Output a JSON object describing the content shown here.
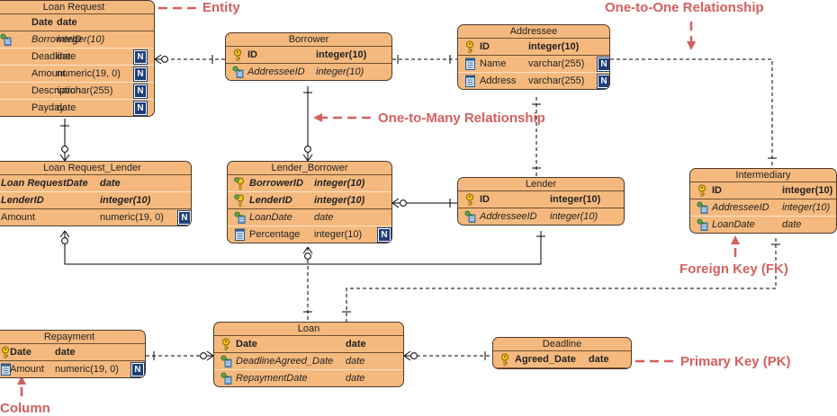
{
  "colors": {
    "entity_fill": "#f5b97e",
    "annotation": "#d4605d",
    "line": "#000000",
    "nullable_badge": "#1e3f78"
  },
  "annotations": {
    "entity": "Entity",
    "one_to_one": "One-to-One Relationship",
    "one_to_many": "One-to-Many Relationship",
    "foreign_key": "Foreign Key (FK)",
    "primary_key": "Primary Key (PK)",
    "column": "Column"
  },
  "nullable_badge_text": "N",
  "entities": {
    "loan_request": {
      "title": "Loan Request",
      "columns": [
        {
          "name": "Date",
          "type": "date",
          "pk": true,
          "bold": true
        },
        {
          "name": "BorrowerID",
          "type": "integer(10)",
          "italic": true,
          "icon": "foreign-key-icon"
        },
        {
          "name": "Deadline",
          "type": "date",
          "nullable": true
        },
        {
          "name": "Amount",
          "type": "numeric(19, 0)",
          "nullable": true
        },
        {
          "name": "Description",
          "type": "varchar(255)",
          "nullable": true
        },
        {
          "name": "Payday",
          "type": "date",
          "nullable": true
        }
      ]
    },
    "borrower": {
      "title": "Borrower",
      "columns": [
        {
          "name": "ID",
          "type": "integer(10)",
          "pk": true,
          "bold": true,
          "icon": "primary-key-icon"
        },
        {
          "name": "AddresseeID",
          "type": "integer(10)",
          "italic": true,
          "icon": "foreign-key-icon"
        }
      ]
    },
    "addressee": {
      "title": "Addressee",
      "columns": [
        {
          "name": "ID",
          "type": "integer(10)",
          "pk": true,
          "bold": true,
          "icon": "primary-key-icon"
        },
        {
          "name": "Name",
          "type": "varchar(255)",
          "nullable": true,
          "icon": "column-icon"
        },
        {
          "name": "Address",
          "type": "varchar(255)",
          "nullable": true,
          "icon": "column-icon"
        }
      ]
    },
    "loan_request_lender": {
      "title": "Loan Request_Lender",
      "columns": [
        {
          "name": "Loan RequestDate",
          "type": "date",
          "bold": true,
          "italic": true
        },
        {
          "name": "LenderID",
          "type": "integer(10)",
          "pk": true,
          "bold": true,
          "italic": true
        },
        {
          "name": "Amount",
          "type": "numeric(19, 0)",
          "nullable": true
        }
      ]
    },
    "lender_borrower": {
      "title": "Lender_Borrower",
      "columns": [
        {
          "name": "BorrowerID",
          "type": "integer(10)",
          "bold": true,
          "italic": true,
          "icon": "pk-fk-icon"
        },
        {
          "name": "LenderID",
          "type": "integer(10)",
          "pk": true,
          "bold": true,
          "italic": true,
          "icon": "pk-fk-icon"
        },
        {
          "name": "LoanDate",
          "type": "date",
          "italic": true,
          "icon": "foreign-key-icon"
        },
        {
          "name": "Percentage",
          "type": "integer(10)",
          "nullable": true,
          "icon": "column-icon"
        }
      ]
    },
    "lender": {
      "title": "Lender",
      "columns": [
        {
          "name": "ID",
          "type": "integer(10)",
          "pk": true,
          "bold": true,
          "icon": "primary-key-icon"
        },
        {
          "name": "AddresseeID",
          "type": "integer(10)",
          "italic": true,
          "icon": "foreign-key-icon"
        }
      ]
    },
    "intermediary": {
      "title": "Intermediary",
      "columns": [
        {
          "name": "ID",
          "type": "integer(10)",
          "pk": true,
          "bold": true,
          "icon": "primary-key-icon"
        },
        {
          "name": "AddresseeID",
          "type": "integer(10)",
          "italic": true,
          "icon": "foreign-key-icon"
        },
        {
          "name": "LoanDate",
          "type": "date",
          "italic": true,
          "icon": "foreign-key-icon"
        }
      ]
    },
    "repayment": {
      "title": "Repayment",
      "columns": [
        {
          "name": "Date",
          "type": "date",
          "pk": true,
          "bold": true,
          "icon": "primary-key-icon"
        },
        {
          "name": "Amount",
          "type": "numeric(19, 0)",
          "nullable": true,
          "icon": "column-icon"
        }
      ]
    },
    "loan": {
      "title": "Loan",
      "columns": [
        {
          "name": "Date",
          "type": "date",
          "pk": true,
          "bold": true,
          "icon": "primary-key-icon"
        },
        {
          "name": "DeadlineAgreed_Date",
          "type": "date",
          "italic": true,
          "icon": "foreign-key-icon"
        },
        {
          "name": "RepaymentDate",
          "type": "date",
          "italic": true,
          "icon": "foreign-key-icon"
        }
      ]
    },
    "deadline": {
      "title": "Deadline",
      "columns": [
        {
          "name": "Agreed_Date",
          "type": "date",
          "pk": true,
          "bold": true,
          "icon": "primary-key-icon"
        }
      ]
    }
  }
}
